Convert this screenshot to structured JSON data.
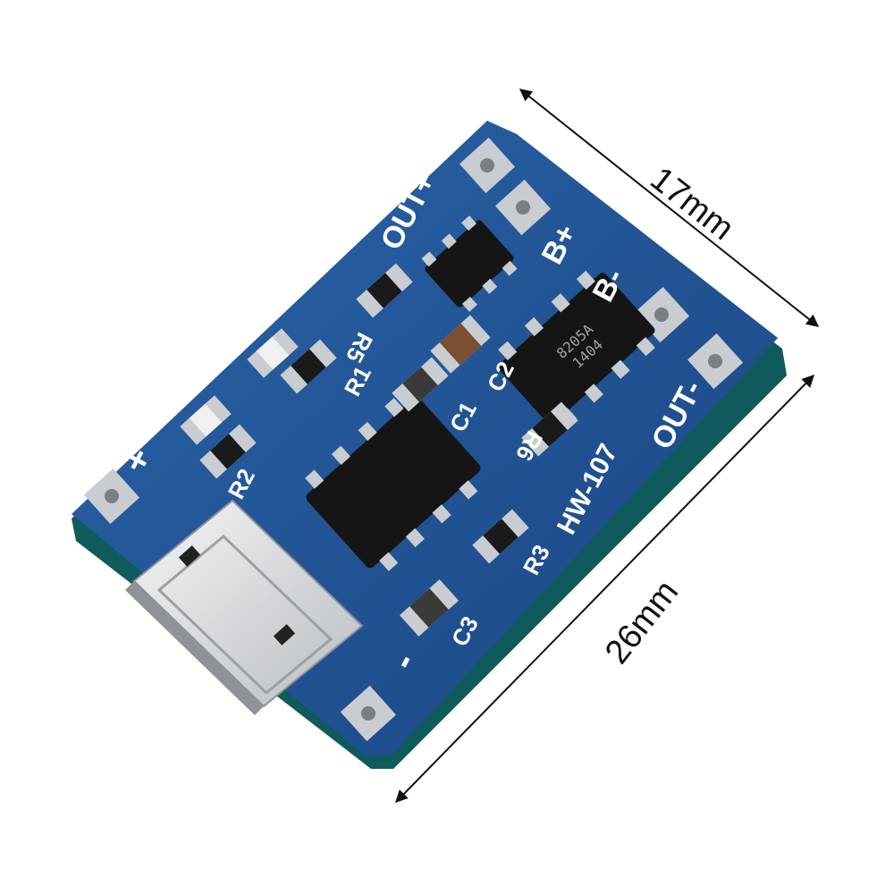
{
  "colors": {
    "background": "#ffffff",
    "pcb": "#1f4f8f",
    "pcb_edge": "#0f5a5a",
    "silkscreen": "#ffffff",
    "ic": "#151515",
    "pad": "#c9ccd0",
    "connector": "#d9dcdf"
  },
  "board": {
    "model": "HW-107",
    "pins": {
      "out_plus": "OUT+",
      "b_plus": "B+",
      "b_minus": "B-",
      "out_minus": "OUT-",
      "in_plus": "+",
      "in_minus": "-"
    },
    "components": {
      "r1": "R1",
      "r2": "R2",
      "r3": "R3",
      "r5": "R5",
      "r6": "R6",
      "c1": "C1",
      "c2": "C2",
      "c3": "C3"
    },
    "chip_marking_line1": "8205A",
    "chip_marking_line2": "1404"
  },
  "dimensions": {
    "width_label": "17mm",
    "length_label": "26mm"
  }
}
